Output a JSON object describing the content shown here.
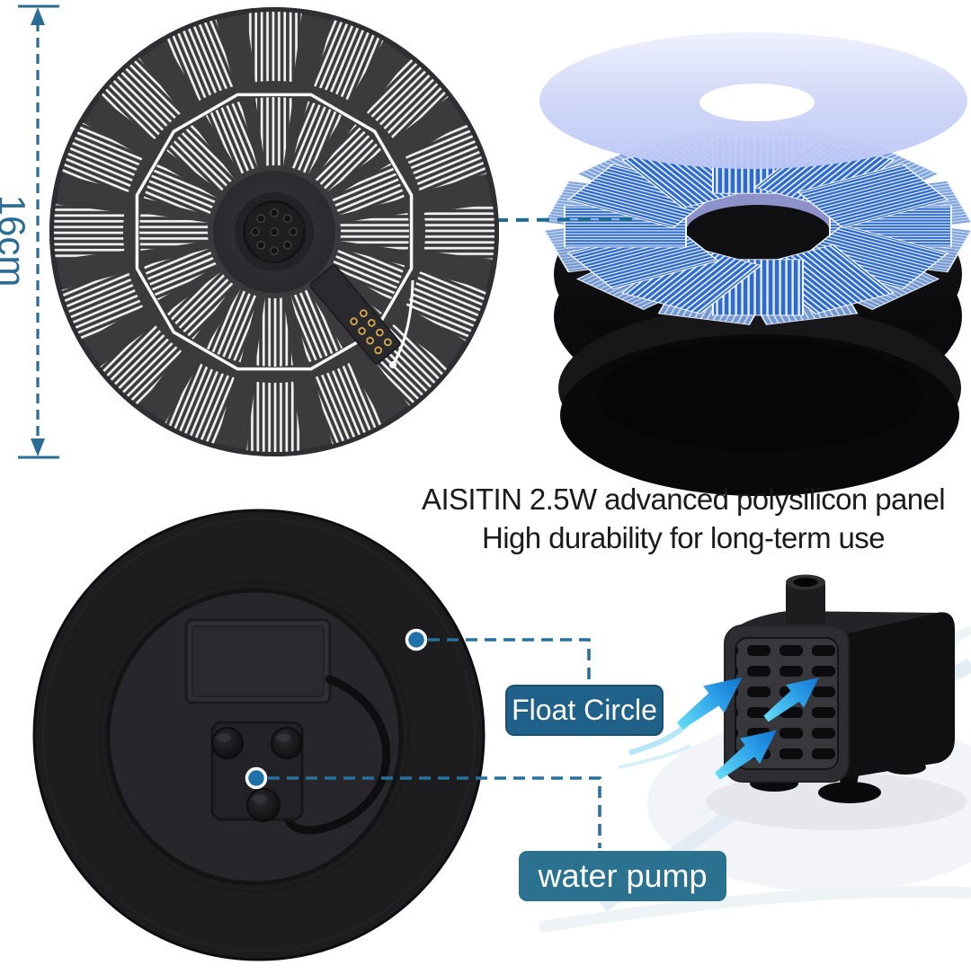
{
  "page": {
    "background": "#ffffff"
  },
  "dimension": {
    "label": "16cm",
    "color": "#2a6d94"
  },
  "heading": {
    "line1": "AISITIN 2.5W advanced polysilicon panel",
    "line2": "High durability for long-term use",
    "color": "#1b1b1b"
  },
  "labels": {
    "float_circle": {
      "text": "Float Circle",
      "bg": "#20618a",
      "text_color": "#ffffff"
    },
    "water_pump": {
      "text": "water pump",
      "bg": "#2b7291",
      "text_color": "#ffffff"
    }
  },
  "callouts": {
    "panel_to_exploded_link_color": "#1d6b8f",
    "float_link_color": "#27719c",
    "pump_link_color": "#27719c",
    "dot_color": "#1f72a8"
  },
  "art_colors": {
    "panel_body_gray": "#3b3b3e",
    "solar_cell_blue": "#3068cc",
    "solar_cell_blue_light": "#7da3dd",
    "disc_lavender": "#c7cff4",
    "float_black": "#1d1d20",
    "pump_face_gray": "#38383c",
    "arrow_cyan": "#4ed2f4",
    "arrow_blue": "#1273d2",
    "connector_gold": "#c9a24a"
  }
}
